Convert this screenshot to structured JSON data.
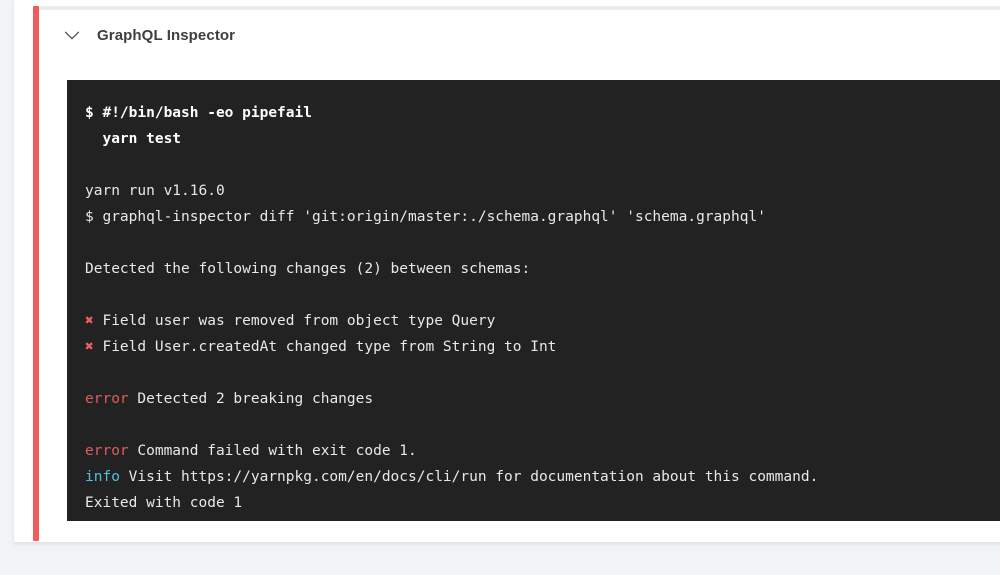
{
  "page": {
    "background_color": "#f1f3f4"
  },
  "card": {
    "accent_color": "#ef5c5c",
    "header": {
      "collapse_icon": "chevron-down-icon",
      "title": "GraphQL Inspector"
    }
  },
  "terminal": {
    "background_color": "#222222",
    "text_color": "#e8e8e8",
    "error_color": "#e05c5c",
    "info_color": "#4fc3d9",
    "cross_color": "#ef5c5c",
    "cross_glyph": "✖",
    "lines": [
      {
        "id": "l0",
        "type": "bold",
        "text": "$ #!/bin/bash -eo pipefail"
      },
      {
        "id": "l1",
        "type": "bold",
        "text": "  yarn test"
      },
      {
        "id": "l2",
        "type": "blank",
        "text": ""
      },
      {
        "id": "l3",
        "type": "plain",
        "text": "yarn run v1.16.0"
      },
      {
        "id": "l4",
        "type": "plain",
        "text": "$ graphql-inspector diff 'git:origin/master:./schema.graphql' 'schema.graphql'"
      },
      {
        "id": "l5",
        "type": "blank",
        "text": ""
      },
      {
        "id": "l6",
        "type": "plain",
        "text": "Detected the following changes (2) between schemas:"
      },
      {
        "id": "l7",
        "type": "blank",
        "text": ""
      },
      {
        "id": "l8",
        "type": "cross",
        "prefix": "✖",
        "text": " Field user was removed from object type Query"
      },
      {
        "id": "l9",
        "type": "cross",
        "prefix": "✖",
        "text": " Field User.createdAt changed type from String to Int"
      },
      {
        "id": "l10",
        "type": "blank",
        "text": ""
      },
      {
        "id": "l11",
        "type": "error",
        "prefix": "error",
        "text": " Detected 2 breaking changes"
      },
      {
        "id": "l12",
        "type": "blank",
        "text": ""
      },
      {
        "id": "l13",
        "type": "error",
        "prefix": "error",
        "text": " Command failed with exit code 1."
      },
      {
        "id": "l14",
        "type": "info",
        "prefix": "info",
        "text": " Visit https://yarnpkg.com/en/docs/cli/run for documentation about this command."
      },
      {
        "id": "l15",
        "type": "plain",
        "text": "Exited with code 1"
      }
    ]
  }
}
